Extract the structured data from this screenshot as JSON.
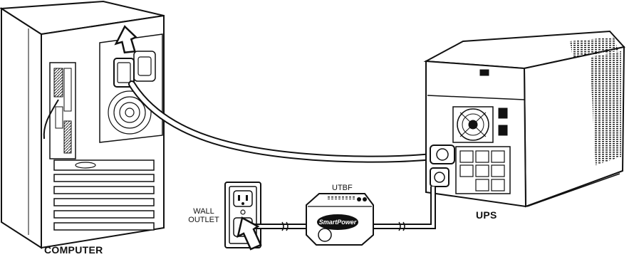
{
  "labels": {
    "computer": "COMPUTER",
    "ups": "UPS",
    "utbf": "UTBF",
    "wall_outlet_line1": "WALL",
    "wall_outlet_line2": "OUTLET"
  },
  "device_branding": {
    "utbf_logo_text": "SmartPower"
  },
  "icons": [
    "down-arrow-icon",
    "up-arrow-icon",
    "fan-icon",
    "outlet-socket-icon"
  ],
  "colors": {
    "ink": "#111111",
    "face": "#ffffff",
    "shade": "#444444"
  }
}
